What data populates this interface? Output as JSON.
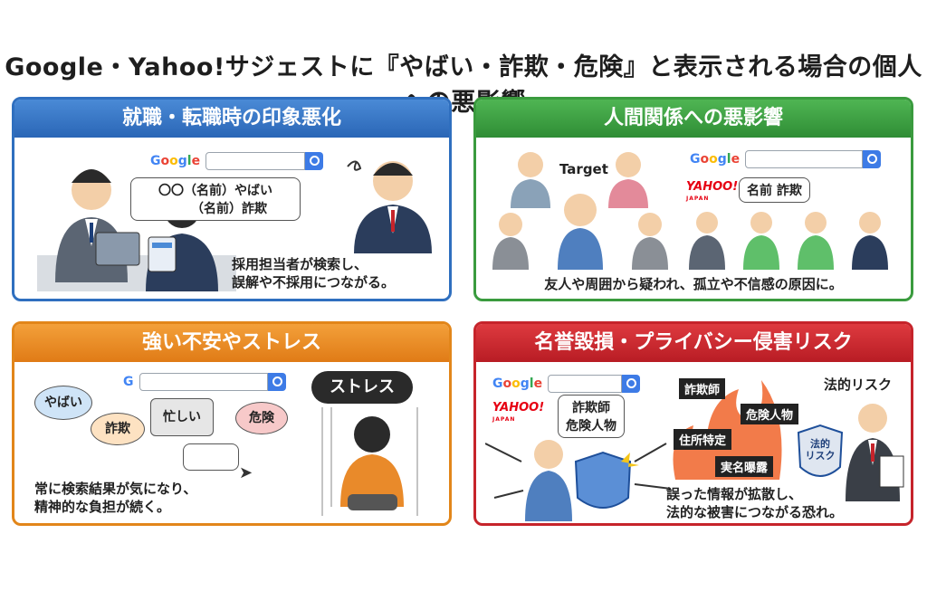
{
  "title": "Google・Yahoo!サジェストに『やばい・詐欺・危険』と表示される場合の個人への悪影響",
  "search": {
    "google_letters": [
      "G",
      "o",
      "o",
      "g",
      "l",
      "e"
    ],
    "google_short": "G",
    "yahoo": "YAHOO!",
    "yahoo_sub": "JAPAN"
  },
  "panels": {
    "job": {
      "heading": "就職・転職時の印象悪化",
      "suggest_line1": "〇〇（名前）やばい",
      "suggest_line2": "（名前）詐欺",
      "caption_line1": "採用担当者が検索し、",
      "caption_line2": "誤解や不採用につながる。"
    },
    "relations": {
      "heading": "人間関係への悪影響",
      "target_label": "Target",
      "suggest": "名前 詐欺",
      "caption": "友人や周囲から疑われ、孤立や不信感の原因に。"
    },
    "stress": {
      "heading": "強い不安やストレス",
      "words": [
        "やばい",
        "詐欺",
        "忙しい",
        "危険"
      ],
      "stress_label": "ストレス",
      "caption_line1": "常に検索結果が気になり、",
      "caption_line2": "精神的な負担が続く。"
    },
    "defamation": {
      "heading": "名誉毀損・プライバシー侵害リスク",
      "suggest_line1": "詐欺師",
      "suggest_line2": "危険人物",
      "fire_labels": [
        "詐欺師",
        "危険人物",
        "住所特定",
        "実名曝露"
      ],
      "legal_label": "法的リスク",
      "shield_label_line1": "法的",
      "shield_label_line2": "リスク",
      "caption_line1": "誤った情報が拡散し、",
      "caption_line2": "法的な被害につながる恐れ。"
    }
  },
  "colors": {
    "blue": "#2f6fbf",
    "green": "#3a9b3e",
    "orange": "#e2861a",
    "red": "#c6242b"
  }
}
